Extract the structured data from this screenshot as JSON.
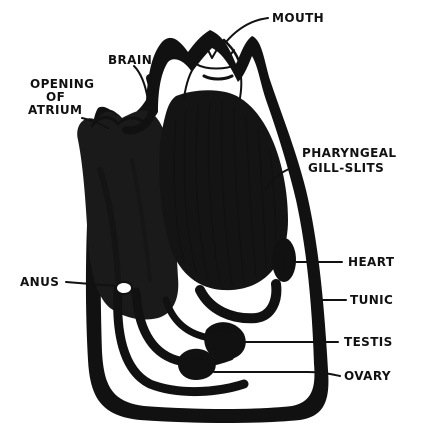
{
  "diagram": {
    "labels": {
      "mouth": "MOUTH",
      "brain": "BRAIN",
      "opening_line1": "OPENING",
      "opening_line2": "OF",
      "opening_line3": "ATRIUM",
      "pharyngeal_line1": "PHARYNGEAL",
      "pharyngeal_line2": "GILL-SLITS",
      "heart": "HEART",
      "anus": "ANUS",
      "tunic": "TUNIC",
      "testis": "TESTIS",
      "ovary": "OVARY"
    },
    "colors": {
      "ink": "#111111",
      "paper": "#ffffff"
    }
  }
}
